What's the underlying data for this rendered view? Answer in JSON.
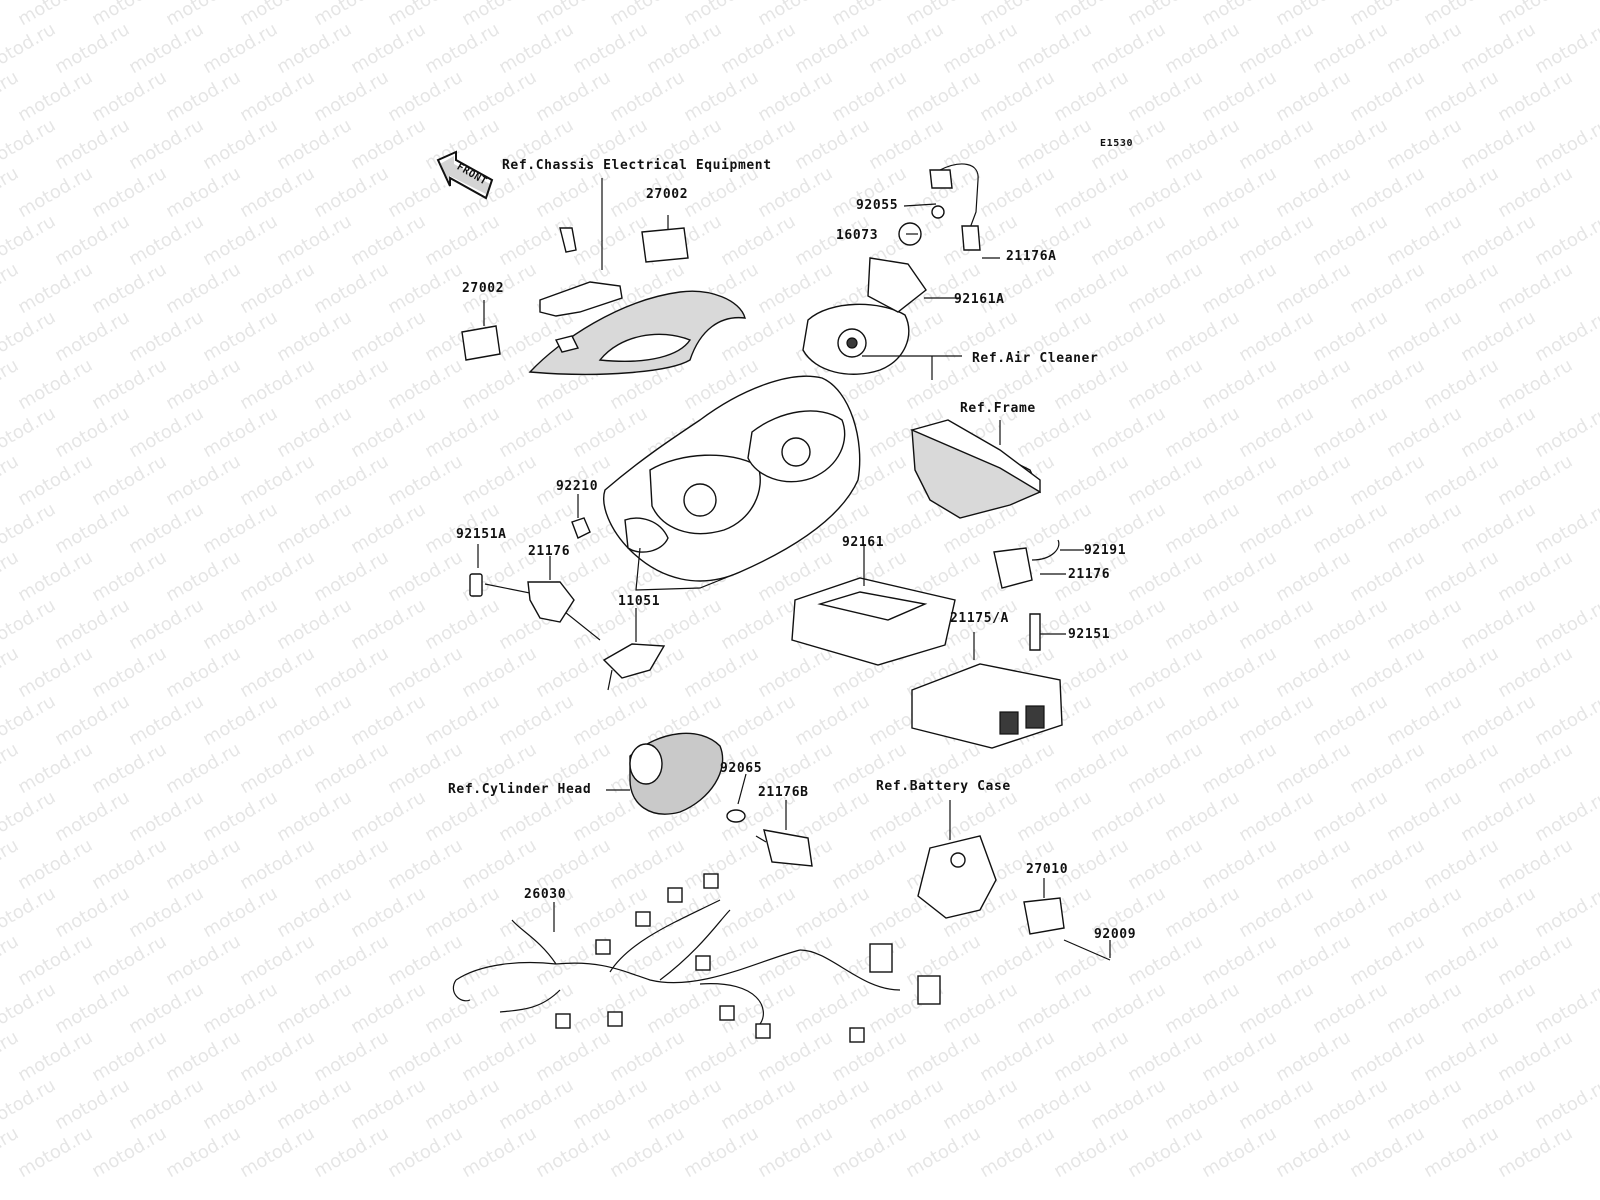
{
  "diagram": {
    "code": "E1530",
    "front_label": "FRONT",
    "watermark": "motod.ru",
    "references": {
      "chassis_electrical": "Ref.Chassis Electrical Equipment",
      "air_cleaner": "Ref.Air Cleaner",
      "frame": "Ref.Frame",
      "cylinder_head": "Ref.Cylinder Head",
      "battery_case": "Ref.Battery Case"
    },
    "parts": {
      "p27002_top": "27002",
      "p27002_left": "27002",
      "p92055": "92055",
      "p16073": "16073",
      "p21176A": "21176A",
      "p92161A": "92161A",
      "p92210": "92210",
      "p92151A": "92151A",
      "p21176_left": "21176",
      "p11051": "11051",
      "p92161": "92161",
      "p92191": "92191",
      "p21176_right": "21176",
      "p21175A": "21175/A",
      "p92151": "92151",
      "p92065": "92065",
      "p21176B": "21176B",
      "p26030": "26030",
      "p27010": "27010",
      "p92009": "92009"
    }
  }
}
